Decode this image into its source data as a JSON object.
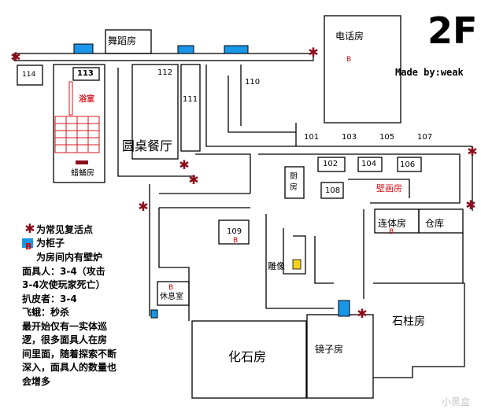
{
  "floor": "2F",
  "credit": "Made by:weak",
  "rooms": {
    "dance": "舞蹈房",
    "phone": "电话房",
    "r114": "114",
    "r113": "113",
    "bath": "浴室",
    "wax": "蜡蛹房",
    "r112": "112",
    "r111": "111",
    "r110": "110",
    "round_table": "圆桌餐厅",
    "r101": "101",
    "r103": "103",
    "r105": "105",
    "r107": "107",
    "r102": "102",
    "r104": "104",
    "r106": "106",
    "kitchen": "厨\n房",
    "r108": "108",
    "mural": "壁画房",
    "r109": "109",
    "sculpture": "雕像",
    "conjoined": "连体房",
    "warehouse": "仓库",
    "lounge": "休息室",
    "fossil": "化石房",
    "mirror": "镜子房",
    "pillar": "石柱房"
  },
  "fireplace_mark": "B",
  "legend": {
    "respawn": "为常见复活点",
    "cabinet": "为柜子",
    "fireplace_key": "B",
    "fireplace": "为房间内有壁炉"
  },
  "notes": [
    "面具人：3-4（攻击",
    "3-4次使玩家死亡）",
    "扒皮者：3-4",
    "飞蛾：秒杀",
    "最开始仅有一实体巡",
    "逻，很多面具人在房",
    "间里面，随着探索不断",
    "深入，面具人的数量也",
    "会增多"
  ],
  "watermark": "小黑盒",
  "colors": {
    "wall": "#000000",
    "respawn": "#8b0d1c",
    "cabinet": "#1a96e8",
    "fireplace": "#cc0000",
    "bath_grid": "#d9141c",
    "statue": "#f2d21b"
  }
}
